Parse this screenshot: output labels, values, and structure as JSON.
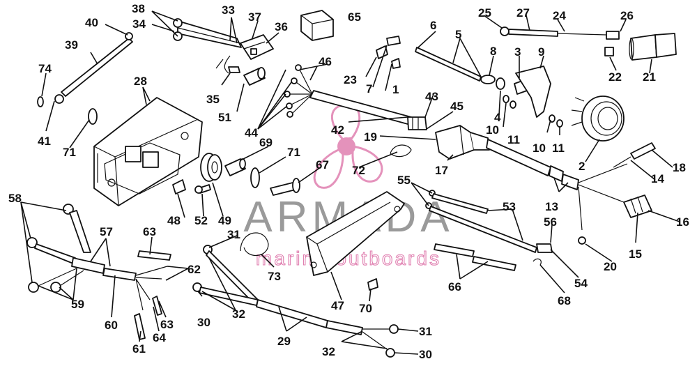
{
  "labels": {
    "l1": "1",
    "l2": "2",
    "l3": "3",
    "l4": "4",
    "l5": "5",
    "l6": "6",
    "l7": "7",
    "l8": "8",
    "l9": "9",
    "l10a": "10",
    "l10b": "10",
    "l11a": "11",
    "l11b": "11",
    "l13": "13",
    "l14": "14",
    "l15": "15",
    "l16": "16",
    "l17": "17",
    "l18": "18",
    "l19": "19",
    "l20": "20",
    "l21": "21",
    "l22": "22",
    "l23": "23",
    "l24": "24",
    "l25": "25",
    "l26": "26",
    "l27": "27",
    "l28": "28",
    "l29": "29",
    "l30a": "30",
    "l30b": "30",
    "l31a": "31",
    "l31b": "31",
    "l32a": "32",
    "l32b": "32",
    "l33": "33",
    "l34": "34",
    "l35": "35",
    "l36": "36",
    "l37": "37",
    "l38": "38",
    "l39": "39",
    "l40": "40",
    "l41": "41",
    "l42": "42",
    "l43": "43",
    "l44": "44",
    "l45": "45",
    "l46": "46",
    "l47": "47",
    "l48": "48",
    "l49": "49",
    "l51": "51",
    "l52": "52",
    "l53": "53",
    "l54": "54",
    "l55": "55",
    "l56": "56",
    "l57": "57",
    "l58": "58",
    "l59": "59",
    "l60": "60",
    "l61": "61",
    "l62": "62",
    "l63a": "63",
    "l63b": "63",
    "l64": "64",
    "l65": "65",
    "l66": "66",
    "l67": "67",
    "l68": "68",
    "l69": "69",
    "l70": "70",
    "l71a": "71",
    "l71b": "71",
    "l72": "72",
    "l73": "73",
    "l74": "74"
  },
  "watermark": {
    "brand": "ARMADA",
    "tagline": "marine outboards",
    "brand_color": "#9a9a9a",
    "accent_color": "#e07fb0"
  }
}
